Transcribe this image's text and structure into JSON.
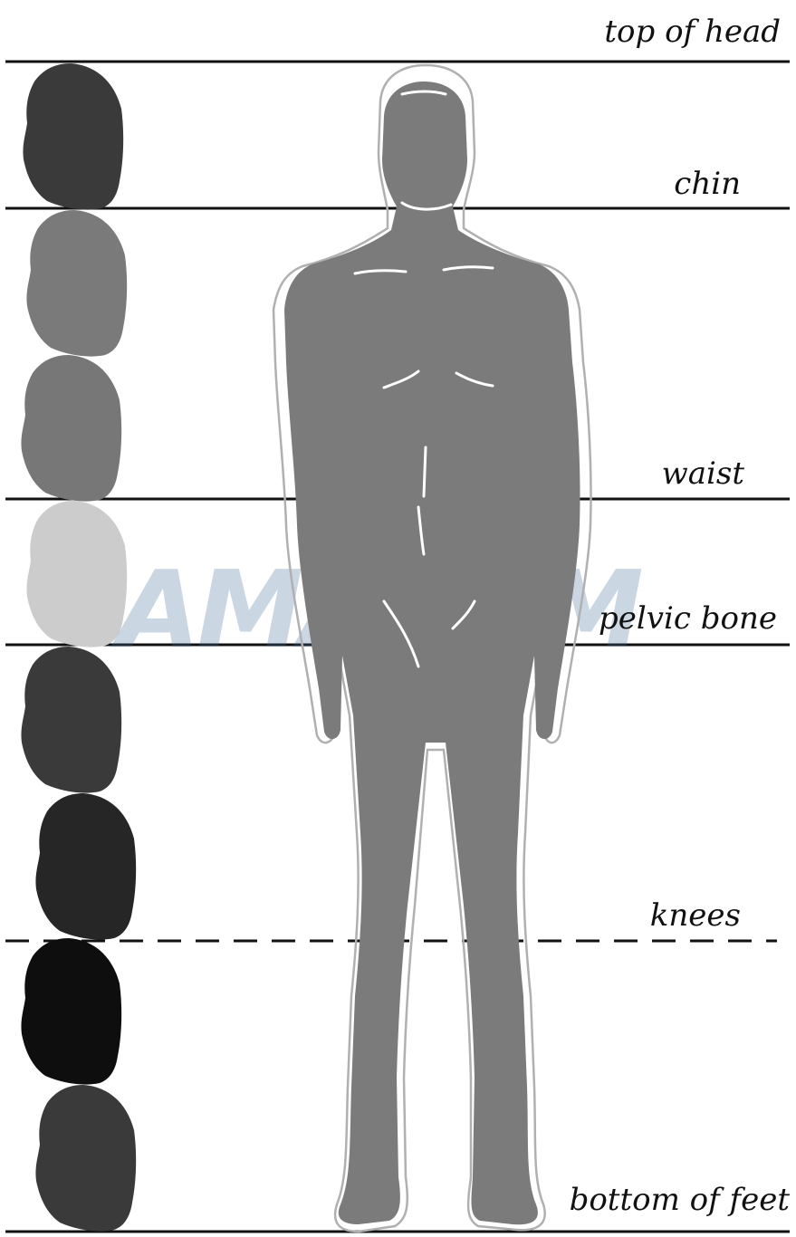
{
  "diagram": {
    "head_unit_count": 8,
    "labels": {
      "top": "top of head",
      "chin": "chin",
      "waist": "waist",
      "pelvic": "pelvic bone",
      "knees": "knees",
      "bottom": "bottom of feet"
    },
    "line_styles": {
      "top": "solid",
      "chin": "solid",
      "waist": "solid",
      "pelvic": "solid",
      "knees": "dashed",
      "bottom": "solid"
    },
    "head_colors": [
      "#3a3a3a",
      "#7a7a7a",
      "#777777",
      "#cccccc",
      "#3a3a3a",
      "#262626",
      "#0e0e0e",
      "#3a3a3a"
    ],
    "figure_fill": "#7b7b7b",
    "outline_color": "#b0b0b0",
    "highlight_color": "#ffffff"
  },
  "watermark": {
    "text": "AMACOM",
    "color": "#3f6e9a",
    "opacity": 0.28
  }
}
